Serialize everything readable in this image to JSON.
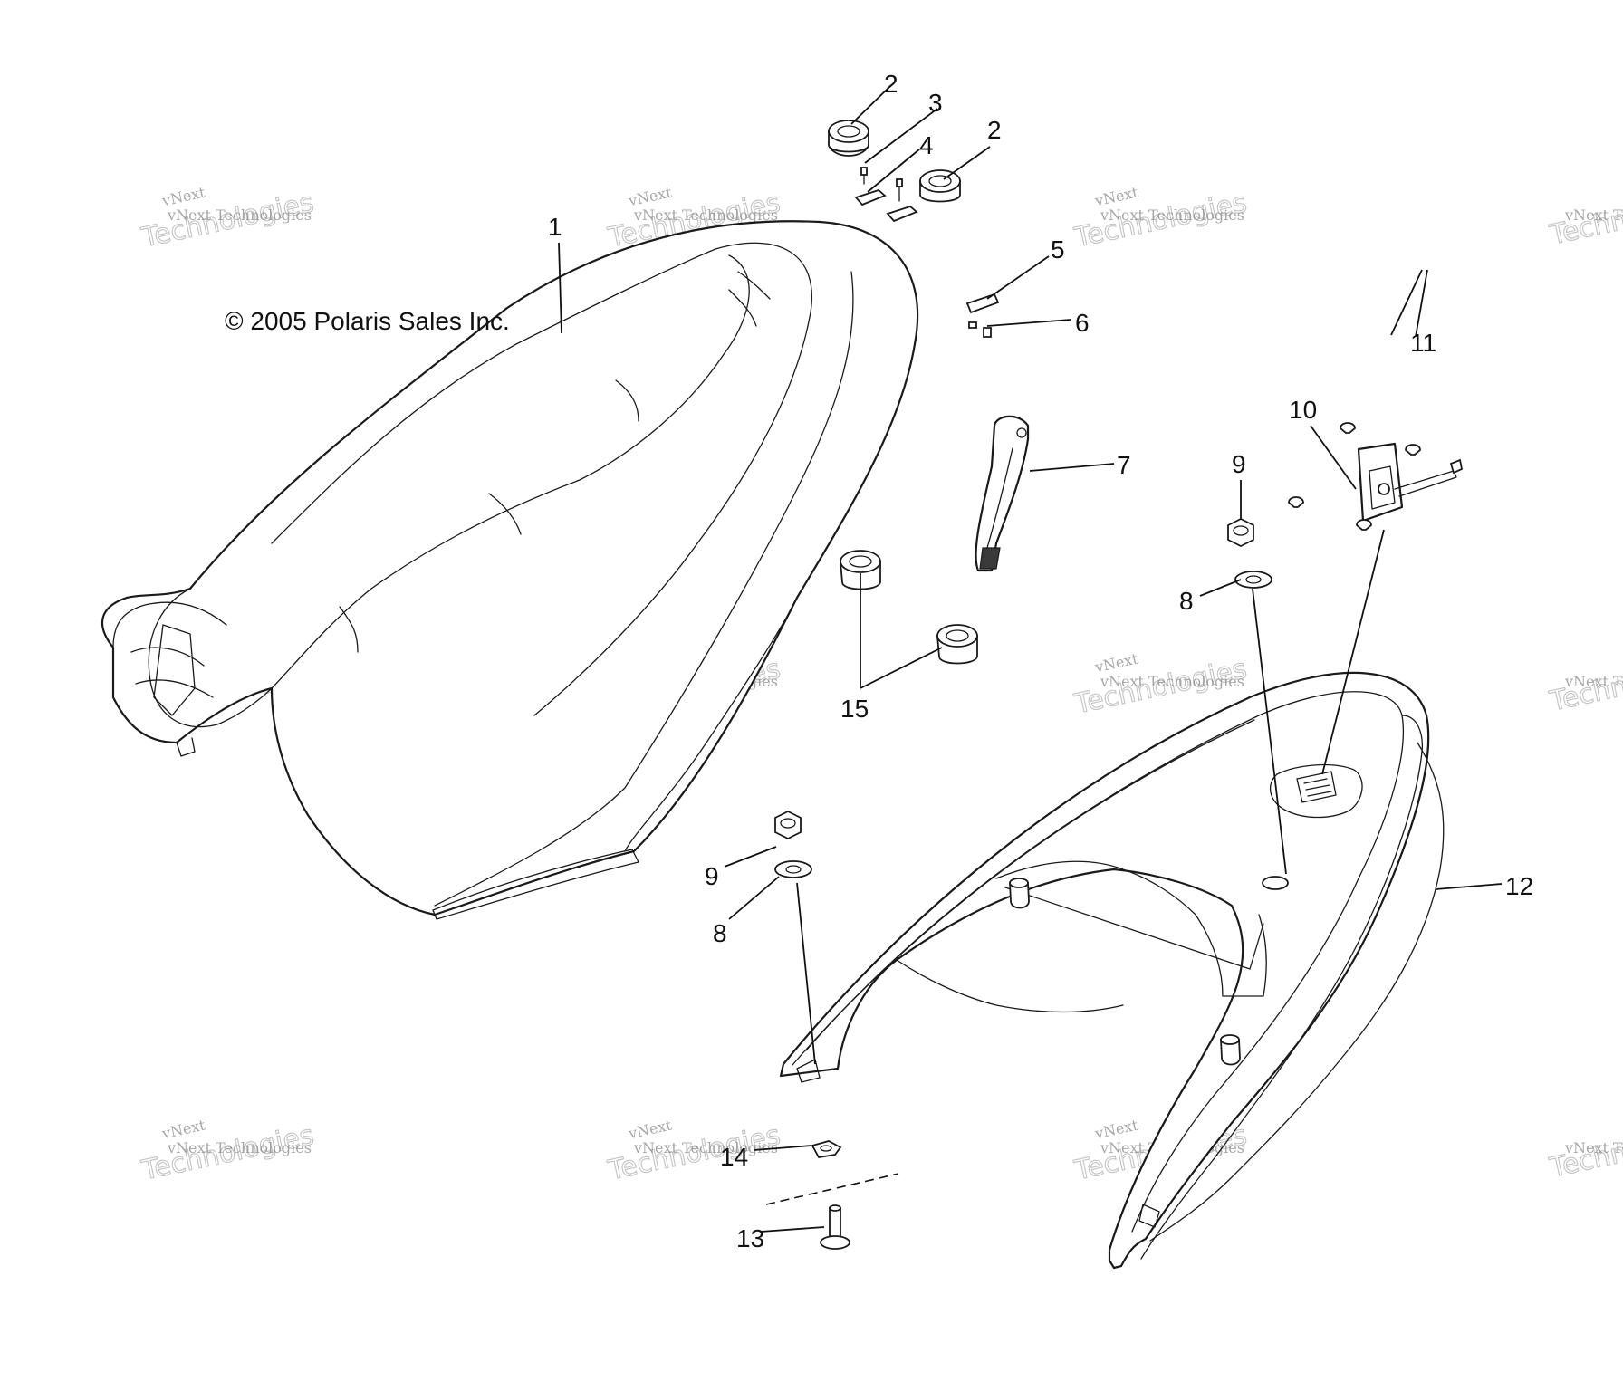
{
  "copyright": "© 2005 Polaris Sales Inc.",
  "watermark": {
    "small": "vNext Technologies",
    "big": "Technologies",
    "tag": "vNext"
  },
  "callouts": {
    "c1": "1",
    "c2a": "2",
    "c2b": "2",
    "c3": "3",
    "c4": "4",
    "c5": "5",
    "c6": "6",
    "c7": "7",
    "c8a": "8",
    "c8b": "8",
    "c9a": "9",
    "c9b": "9",
    "c10": "10",
    "c11": "11",
    "c12": "12",
    "c13": "13",
    "c14": "14",
    "c15": "15"
  }
}
